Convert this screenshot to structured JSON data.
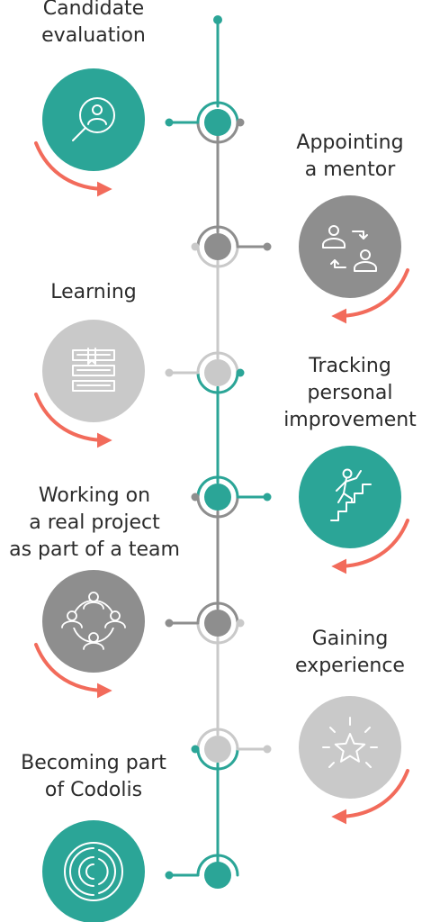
{
  "steps": [
    {
      "title_lines": [
        "Candidate",
        "evaluation"
      ],
      "icon": "candidate-search-icon",
      "color": "#2ba597"
    },
    {
      "title_lines": [
        "Appointing",
        "a mentor"
      ],
      "icon": "mentor-exchange-icon",
      "color": "#8e8e8e"
    },
    {
      "title_lines": [
        "Learning"
      ],
      "icon": "books-icon",
      "color": "#c9c9c9"
    },
    {
      "title_lines": [
        "Tracking",
        "personal",
        "improvement"
      ],
      "icon": "stairs-climb-icon",
      "color": "#2ba597"
    },
    {
      "title_lines": [
        "Working on",
        "a real project",
        "as part of a team"
      ],
      "icon": "team-network-icon",
      "color": "#8e8e8e"
    },
    {
      "title_lines": [
        "Gaining",
        "experience"
      ],
      "icon": "star-burst-icon",
      "color": "#c9c9c9"
    },
    {
      "title_lines": [
        "Becoming part",
        "of Codolis"
      ],
      "icon": "codolis-logo-icon",
      "color": "#2ba597"
    }
  ],
  "colors": {
    "teal": "#2ba597",
    "dark_gray": "#8e8e8e",
    "light_gray": "#c9c9c9",
    "arrow": "#f26b5b",
    "text": "#2b2b2b"
  }
}
